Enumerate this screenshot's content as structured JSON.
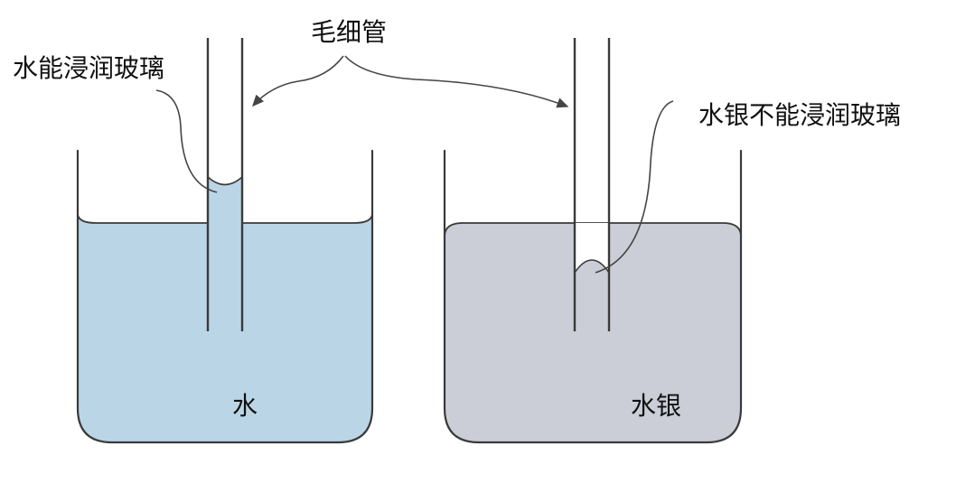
{
  "diagram": {
    "labels": {
      "capillary": "毛细管",
      "water_wets": "水能浸润玻璃",
      "mercury_not_wet": "水银不能浸润玻璃",
      "water": "水",
      "mercury": "水银"
    },
    "colors": {
      "water_fill": "#bad6e6",
      "mercury_fill": "#cbced6",
      "outline": "#3a3a3a"
    }
  }
}
